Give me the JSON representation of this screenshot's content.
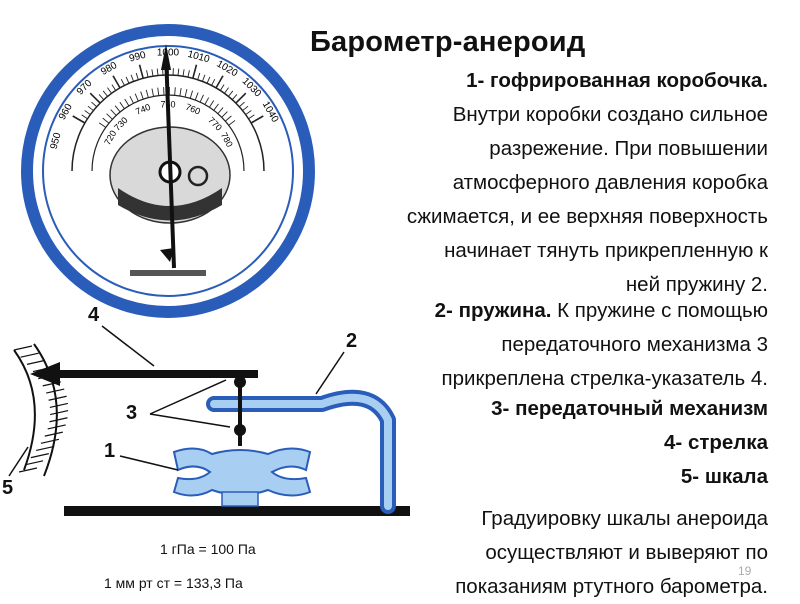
{
  "title": "Барометр-анероид",
  "desc1": {
    "heading": "1- гофрированная коробочка.",
    "lines": [
      "Внутри коробки создано сильное",
      "разрежение. При повышении",
      "атмосферного давления коробка",
      "сжимается, и ее верхняя  поверхность",
      "начинает тянуть   прикрепленную к",
      "ней пружину 2."
    ]
  },
  "desc2": {
    "heading": "2- пружина.",
    "line1_rest": " К пружине с помощью",
    "line2": "передаточного механизма 3",
    "line3": "прикреплена стрелка-указатель 4."
  },
  "items": [
    "3- передаточный механизм",
    "4- стрелка",
    "5- шкала"
  ],
  "graduation": [
    "Градуировку шкалы анероида",
    "осуществляют и выверяют по",
    "показаниям ртутного барометра."
  ],
  "units": [
    "1 гПа = 100 Па",
    "1 мм рт ст = 133,3 Па"
  ],
  "diagram_labels": {
    "l1": "1",
    "l2": "2",
    "l3": "3",
    "l4": "4",
    "l5": "5"
  },
  "dial": {
    "outer_ticks": [
      "960",
      "970",
      "980",
      "990",
      "1000",
      "1010",
      "1020",
      "1030",
      "1040"
    ],
    "inner_ticks": [
      "720",
      "730",
      "740",
      "750",
      "760",
      "770",
      "780"
    ],
    "left_partial": "950"
  },
  "page_number": "19",
  "colors": {
    "ring": "#2a5dba",
    "spring": "#6aa5e0",
    "box": "#a8cff2",
    "arrow": "#111111"
  }
}
